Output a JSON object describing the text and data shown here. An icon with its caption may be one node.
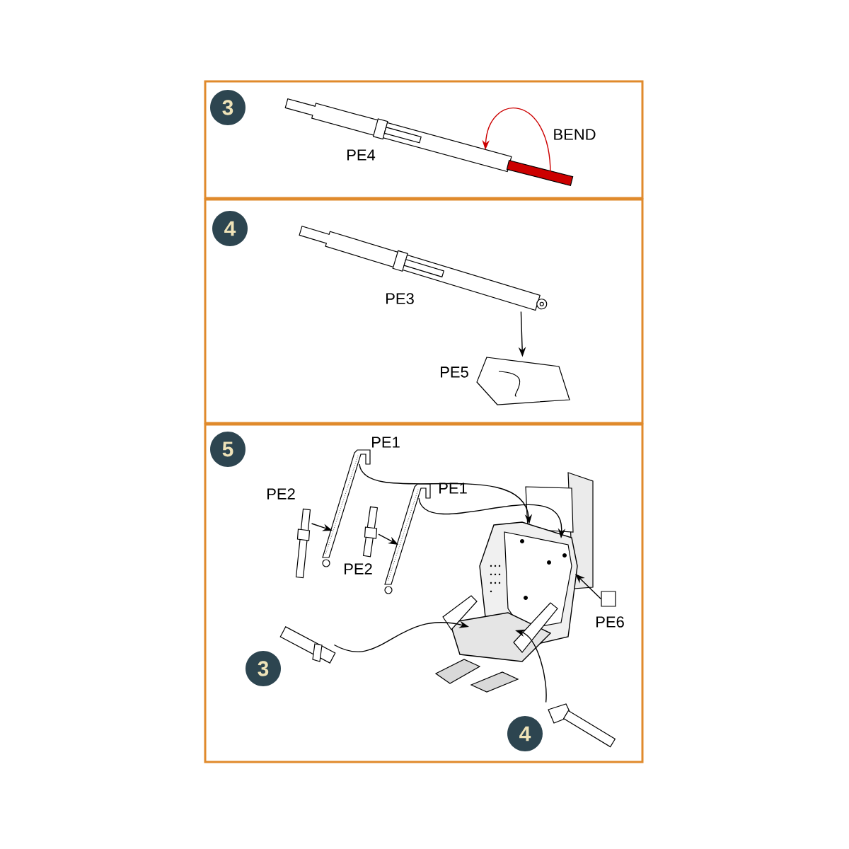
{
  "diagram": {
    "nodes": [
      {
        "text": [],
        "shape": "box"
      },
      {
        "text": [
          "3"
        ],
        "in": 0
      },
      {
        "text": [],
        "shape": "picture",
        "in": 0,
        "beside": [
          "PE4"
        ]
      },
      {
        "text": [],
        "shape": "box"
      },
      {
        "text": [
          "4"
        ],
        "in": 3
      },
      {
        "text": [],
        "shape": "picture",
        "in": 3,
        "beside": [
          "PE3"
        ]
      },
      {
        "text": [],
        "shape": "picture",
        "in": 3,
        "beside": [
          "PE5"
        ]
      },
      {
        "text": [],
        "shape": "box"
      },
      {
        "text": [
          "5"
        ],
        "in": 7
      },
      {
        "text": [],
        "shape": "picture",
        "in": 7,
        "beside": [
          "PE1"
        ]
      },
      {
        "text": [],
        "shape": "picture",
        "in": 7,
        "beside": [
          "PE1"
        ]
      },
      {
        "text": [],
        "shape": "picture",
        "in": 7,
        "beside": [
          "PE2"
        ]
      },
      {
        "text": [],
        "shape": "picture",
        "in": 7,
        "beside": [
          "PE2"
        ]
      },
      {
        "text": [],
        "shape": "picture",
        "in": 7
      },
      {
        "text": [],
        "shape": "box",
        "in": 7,
        "beside": [
          "PE6"
        ]
      },
      {
        "text": [],
        "shape": "picture",
        "in": 7
      },
      {
        "text": [
          "3"
        ],
        "in": 7
      },
      {
        "text": [],
        "shape": "picture",
        "in": 7
      },
      {
        "text": [
          "4"
        ],
        "in": 7
      }
    ],
    "edges": [
      {
        "from": 2,
        "to": 2,
        "arrow": "to",
        "label": "BEND",
        "color": "#cc0000"
      },
      {
        "from": 5,
        "to": 6,
        "arrow": "to"
      },
      {
        "from": 9,
        "to": 13,
        "arrow": "to"
      },
      {
        "from": 10,
        "to": 13,
        "arrow": "to"
      },
      {
        "from": 11,
        "to": 9,
        "arrow": "to"
      },
      {
        "from": 12,
        "to": 10,
        "arrow": "to"
      },
      {
        "from": 14,
        "to": 13,
        "arrow": "to"
      },
      {
        "from": 15,
        "to": 13,
        "arrow": "to"
      },
      {
        "from": 17,
        "to": 13,
        "arrow": "to"
      }
    ]
  }
}
